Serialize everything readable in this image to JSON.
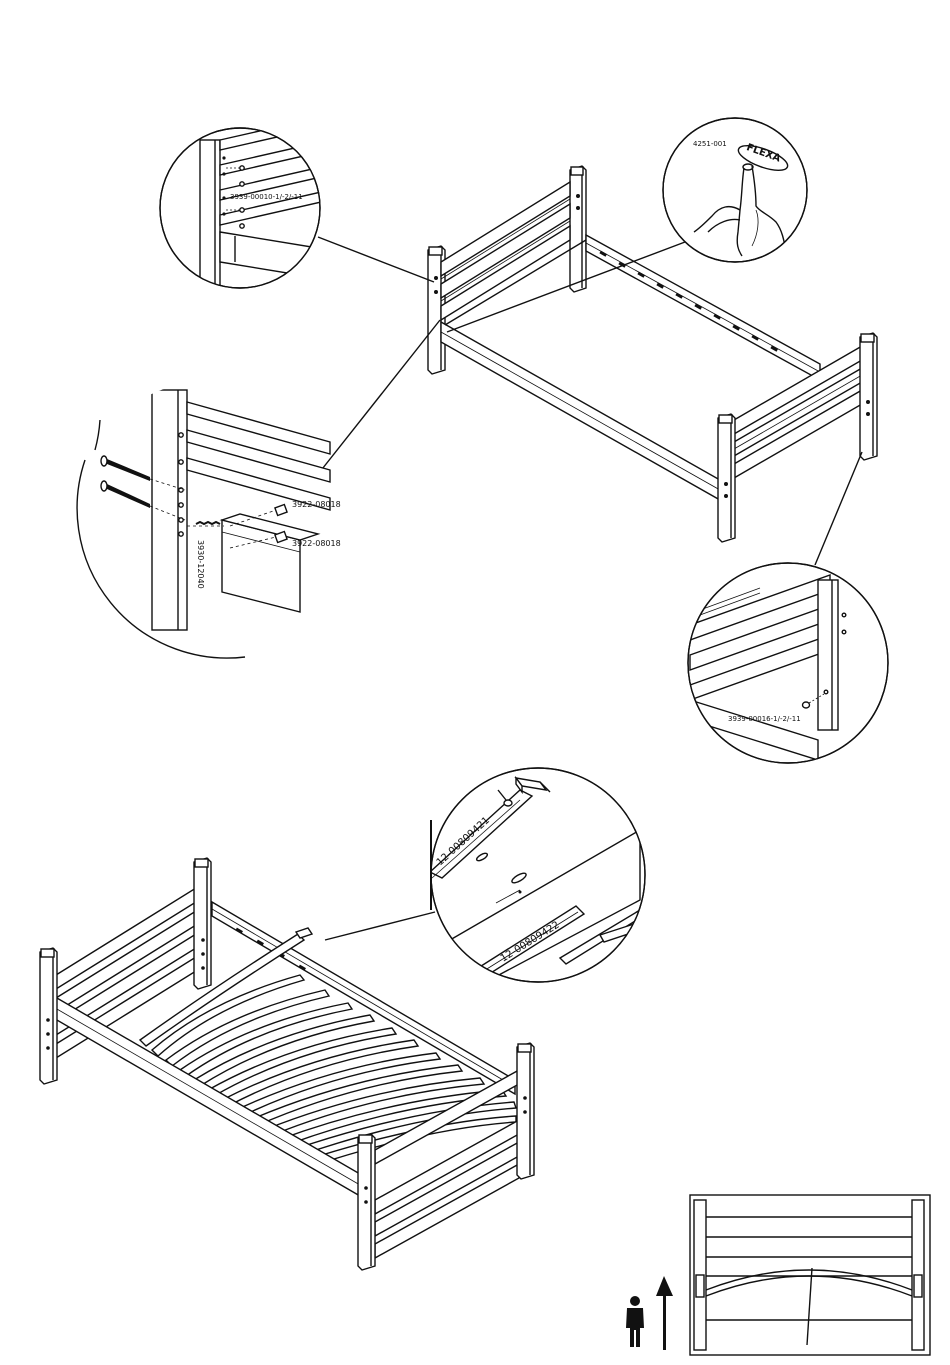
{
  "labels": {
    "top_left_part": "3939-00010-1/-2/-11",
    "top_right_part": "4251-001",
    "flexa_logo": "FLEXA",
    "mid_left_bolt": "3930-12040",
    "mid_left_barrel_1": "3922-08018",
    "mid_left_barrel_2": "3922-08018",
    "mid_right_part": "3939-00016-1/-2/-11",
    "slat_top": "12-00809421",
    "slat_bottom": "12-00809422"
  },
  "colors": {
    "line": "#111111",
    "paper": "#ffffff"
  },
  "icons": [
    "person-icon",
    "arrow-up-icon",
    "finger-press-icon",
    "bolt-icon",
    "dowel-icon",
    "slat-clip-icon"
  ]
}
